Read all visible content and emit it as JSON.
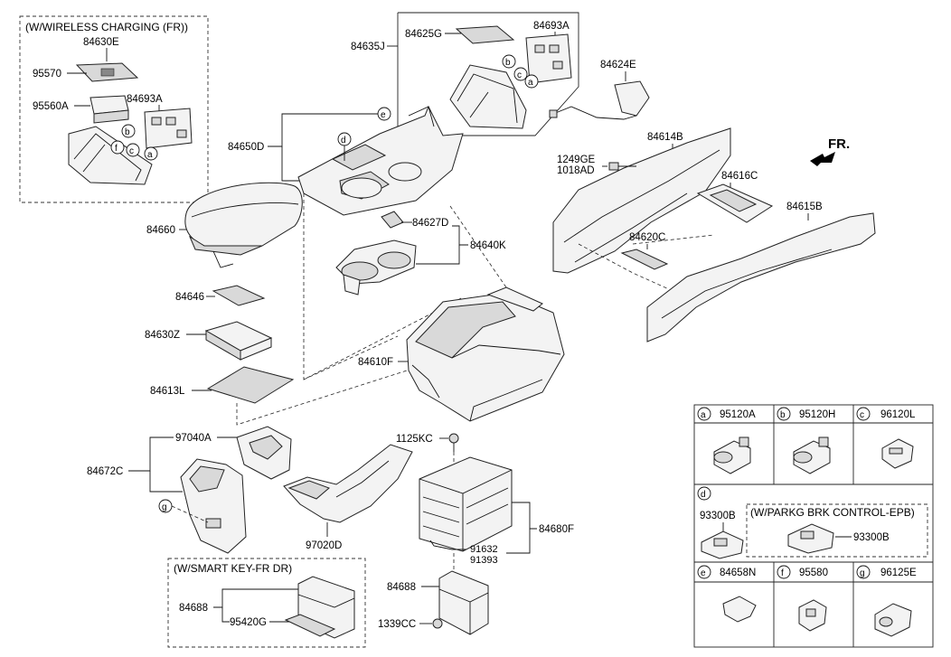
{
  "wireless_group": {
    "title": "(W/WIRELESS CHARGING (FR))",
    "part_84630E": "84630E",
    "part_95570": "95570",
    "part_95560A": "95560A",
    "part_84693A": "84693A",
    "circle_b": "b",
    "circle_f": "f",
    "circle_c": "c",
    "circle_a": "a"
  },
  "top_group": {
    "part_84635J": "84635J",
    "part_84625G": "84625G",
    "part_84693A": "84693A",
    "circle_b": "b",
    "circle_c": "c",
    "circle_a": "a"
  },
  "parts": {
    "p84624E": "84624E",
    "p84650D": "84650D",
    "p84660": "84660",
    "p84627D": "84627D",
    "p84640K": "84640K",
    "p84646": "84646",
    "p84630Z": "84630Z",
    "p84613L": "84613L",
    "p84610F": "84610F",
    "p84614B": "84614B",
    "p1249GE": "1249GE",
    "p1018AD": "1018AD",
    "p84616C": "84616C",
    "p84615B": "84615B",
    "p84620C": "84620C",
    "p97040A": "97040A",
    "p84672C": "84672C",
    "p97020D": "97020D",
    "p1125KC": "1125KC",
    "p84680F": "84680F",
    "p91632": "91632",
    "p91393": "91393",
    "p84688": "84688",
    "p1339CC": "1339CC",
    "circle_e": "e",
    "circle_d": "d",
    "circle_g": "g"
  },
  "smartkey_group": {
    "title": "(W/SMART KEY-FR DR)",
    "part_84688": "84688",
    "part_95420G": "95420G"
  },
  "direction": {
    "label": "FR."
  },
  "legend": {
    "a": {
      "letter": "a",
      "part": "95120A"
    },
    "b": {
      "letter": "b",
      "part": "95120H"
    },
    "c": {
      "letter": "c",
      "part": "96120L"
    },
    "d": {
      "letter": "d",
      "part_left": "93300B",
      "epb_title": "(W/PARKG BRK CONTROL-EPB)",
      "part_right": "93300B"
    },
    "e": {
      "letter": "e",
      "part": "84658N"
    },
    "f": {
      "letter": "f",
      "part": "95580"
    },
    "g": {
      "letter": "g",
      "part": "96125E"
    }
  }
}
